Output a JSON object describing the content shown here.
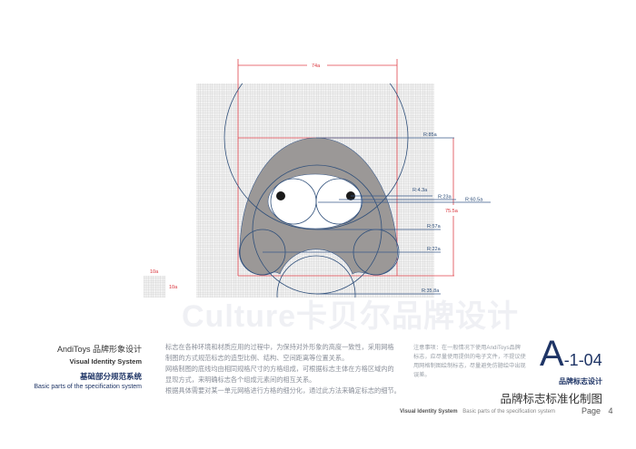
{
  "diagram": {
    "width_label": "74a",
    "height_label": "75.5a",
    "radius_labels": [
      "R:85a",
      "R:4.3a",
      "R:23a",
      "R:60.5a",
      "R:57a",
      "R:22a",
      "R:35.8a"
    ],
    "unit_box": {
      "top_label": "10a",
      "side_label": "10a"
    }
  },
  "watermark": "Culture卡贝尔品牌设计",
  "left_titles": {
    "brand_cn": "AndiToys 品牌形象设计",
    "brand_en": "Visual Identity System",
    "section_cn": "基础部分规范系统",
    "section_en": "Basic parts of the specification system"
  },
  "body_text": [
    "标志在各种环境和材质应用的过程中，为保持对外形象的高度一致性，采用网格",
    "制图的方式规范标志的造型比例、结构、空间距离等位置关系。",
    "网格制图的底线均由相同规格尺寸的方格组成，可根据标志主体在方格区域内的",
    "显现方式，来明确标志各个组成元素间的相互关系。",
    "根据具体需要对某一单元网格进行方格的细分化，通过此方法来确定标志的细节。"
  ],
  "notes": [
    "注意事项：在一般情况下使用AndiToys品牌",
    "标志，应尽量使用提供的电子文件，不提议使",
    "用网格制图绘制标志，尽量避免仿臆绘中出现",
    "误差。"
  ],
  "page_code": {
    "letter": "A",
    "number": "-1-04"
  },
  "subtitle": "品牌标志设计",
  "title": "品牌标志标准化制图",
  "footer": {
    "system": "Visual Identity System",
    "section": "Basic parts of the specification system",
    "page_label": "Page",
    "page_number": "4"
  },
  "colors": {
    "navy": "#1f3566",
    "red": "#e0434b",
    "gray_fill": "#9b9897",
    "guide_blue": "#3a5a8a"
  }
}
